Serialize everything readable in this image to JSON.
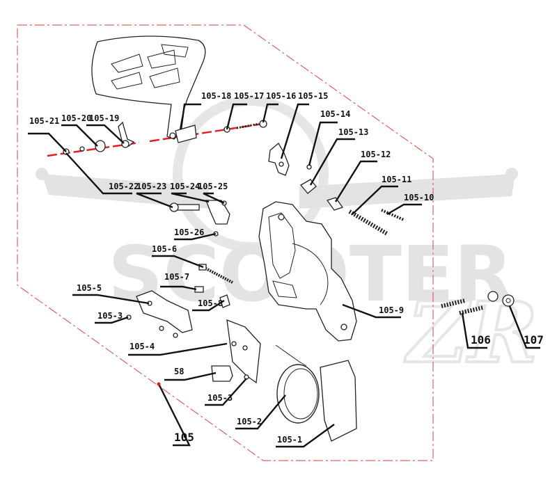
{
  "watermark": {
    "text": "SCOOTER",
    "suffix": "ZR"
  },
  "accent_colors": {
    "boundary": "#e0615d",
    "axis": "#e02020",
    "leader": "#111111"
  },
  "callouts": [
    {
      "id": "105-21",
      "label": "105-21"
    },
    {
      "id": "105-20",
      "label": "105-20"
    },
    {
      "id": "105-19",
      "label": "105-19"
    },
    {
      "id": "105-18",
      "label": "105-18"
    },
    {
      "id": "105-17",
      "label": "105-17"
    },
    {
      "id": "105-16",
      "label": "105-16"
    },
    {
      "id": "105-15",
      "label": "105-15"
    },
    {
      "id": "105-14",
      "label": "105-14"
    },
    {
      "id": "105-13",
      "label": "105-13"
    },
    {
      "id": "105-12",
      "label": "105-12"
    },
    {
      "id": "105-11",
      "label": "105-11"
    },
    {
      "id": "105-10",
      "label": "105-10"
    },
    {
      "id": "105-22",
      "label": "105-22"
    },
    {
      "id": "105-23",
      "label": "105-23"
    },
    {
      "id": "105-24",
      "label": "105-24"
    },
    {
      "id": "105-25",
      "label": "105-25"
    },
    {
      "id": "105-26",
      "label": "105-26"
    },
    {
      "id": "105-6",
      "label": "105-6"
    },
    {
      "id": "105-7",
      "label": "105-7"
    },
    {
      "id": "105-8",
      "label": "105-8"
    },
    {
      "id": "105-5",
      "label": "105-5"
    },
    {
      "id": "105-3a",
      "label": "105-3"
    },
    {
      "id": "105-4",
      "label": "105-4"
    },
    {
      "id": "105-9",
      "label": "105-9"
    },
    {
      "id": "58",
      "label": "58"
    },
    {
      "id": "105-3b",
      "label": "105-3"
    },
    {
      "id": "105-2",
      "label": "105-2"
    },
    {
      "id": "105-1",
      "label": "105-1"
    },
    {
      "id": "105",
      "label": "105"
    },
    {
      "id": "106",
      "label": "106"
    },
    {
      "id": "107",
      "label": "107"
    }
  ]
}
